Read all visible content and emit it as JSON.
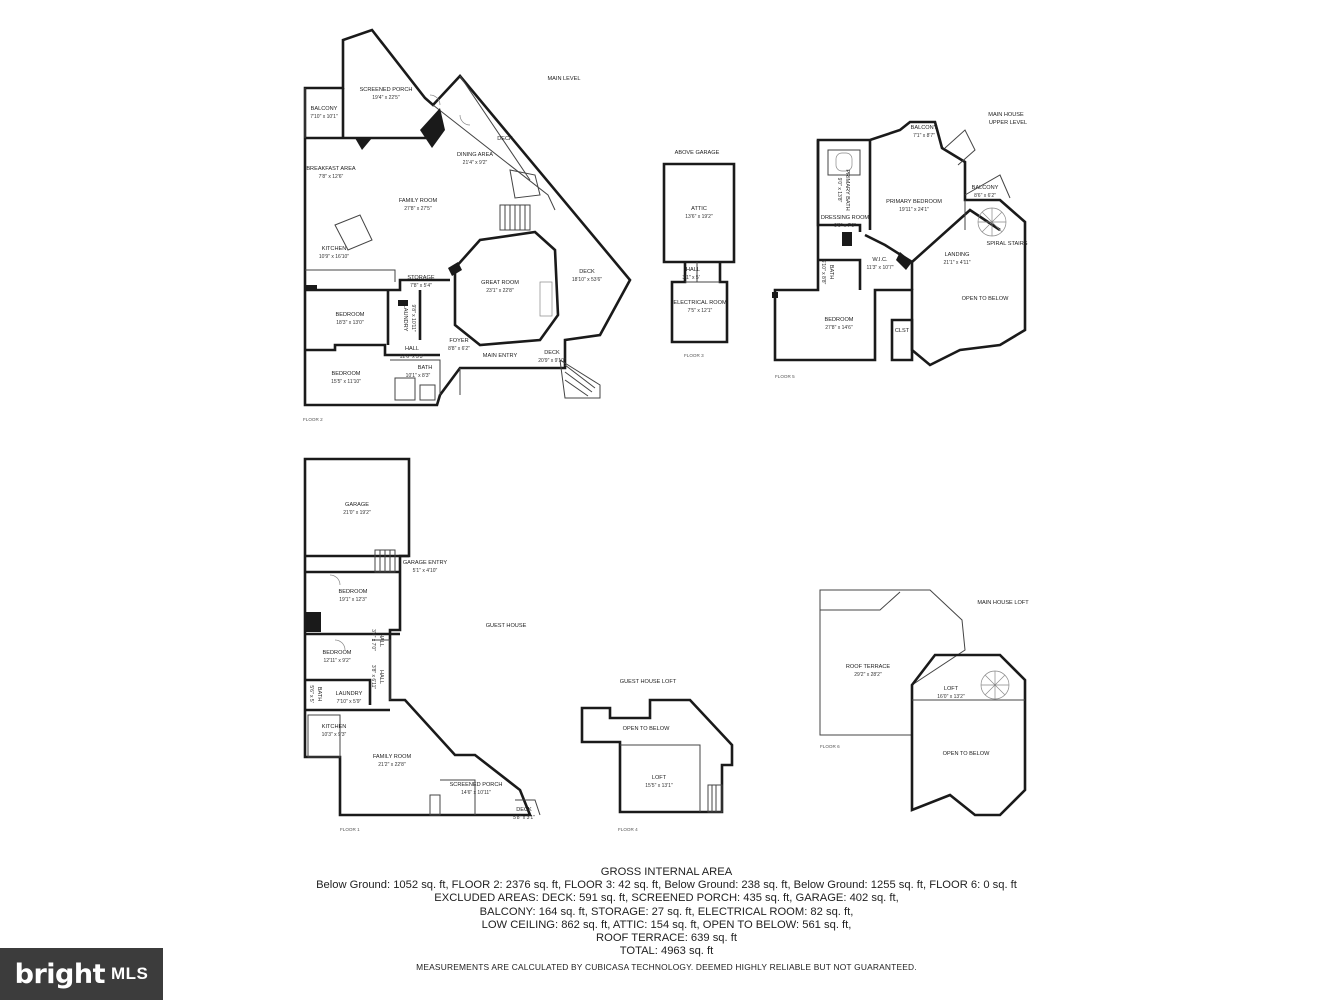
{
  "sections": {
    "main_level": "MAIN LEVEL",
    "above_garage": "ABOVE GARAGE",
    "main_house_upper_1": "MAIN HOUSE",
    "main_house_upper_2": "UPPER LEVEL",
    "guest_house": "GUEST HOUSE",
    "guest_house_loft": "GUEST HOUSE LOFT",
    "main_house_loft": "MAIN HOUSE LOFT"
  },
  "floors": {
    "floor2": "FLOOR 2",
    "floor3": "FLOOR 3",
    "floor5": "FLOOR 5",
    "floor1": "FLOOR 1",
    "floor4": "FLOOR 4",
    "floor6": "FLOOR 6"
  },
  "main_level_rooms": {
    "screened_porch": {
      "name": "SCREENED PORCH",
      "dim": "19'4\" x 22'5\""
    },
    "balcony": {
      "name": "BALCONY",
      "dim": "7'10\" x 10'1\""
    },
    "deck_north": {
      "name": "DECK"
    },
    "dining_area": {
      "name": "DINING AREA",
      "dim": "21'4\" x 9'2\""
    },
    "breakfast_area": {
      "name": "BREAKFAST AREA",
      "dim": "7'8\" x 12'6\""
    },
    "family_room": {
      "name": "FAMILY ROOM",
      "dim": "27'8\" x 27'5\""
    },
    "kitchen": {
      "name": "KITCHEN",
      "dim": "10'9\" x 16'10\""
    },
    "storage": {
      "name": "STORAGE",
      "dim": "7'8\" x 5'4\""
    },
    "great_room": {
      "name": "GREAT ROOM",
      "dim": "23'1\" x 22'8\""
    },
    "deck_east": {
      "name": "DECK",
      "dim": "18'10\" x 53'6\""
    },
    "bedroom_1": {
      "name": "BEDROOM",
      "dim": "18'3\" x 13'0\""
    },
    "laundry": {
      "name": "LAUNDRY",
      "dim": "9'8\" x 10'11\""
    },
    "hall": {
      "name": "HALL",
      "dim": "12'6\" x 3'3\""
    },
    "foyer": {
      "name": "FOYER",
      "dim": "8'8\" x 6'2\""
    },
    "main_entry": {
      "name": "MAIN ENTRY"
    },
    "deck_south": {
      "name": "DECK",
      "dim": "20'9\" x 9'10\""
    },
    "bedroom_2": {
      "name": "BEDROOM",
      "dim": "15'5\" x 11'10\""
    },
    "bath": {
      "name": "BATH",
      "dim": "10'1\" x 8'3\""
    }
  },
  "above_garage_rooms": {
    "attic": {
      "name": "ATTIC",
      "dim": "13'6\" x 19'2\""
    },
    "hall": {
      "name": "HALL",
      "dim": "3'1\" x 5'"
    },
    "electrical_room": {
      "name": "ELECTRICAL ROOM",
      "dim": "7'5\" x 12'1\""
    }
  },
  "upper_level_rooms": {
    "balcony_1": {
      "name": "BALCONY",
      "dim": "7'1\" x 8'7\""
    },
    "primary_bath": {
      "name": "PRIMARY BATH",
      "dim": "9'0\" x 13'8\""
    },
    "primary_bedroom": {
      "name": "PRIMARY BEDROOM",
      "dim": "19'11\" x 24'1\""
    },
    "balcony_2": {
      "name": "BALCONY",
      "dim": "8'6\" x 6'2\""
    },
    "dressing_room": {
      "name": "DRESSING ROOM",
      "dim": "9'6\" x 7'0\""
    },
    "spiral_stairs": {
      "name": "SPIRAL STAIRS"
    },
    "bath": {
      "name": "BATH",
      "dim": "6'10\" x 8'8\""
    },
    "wic": {
      "name": "W.I.C.",
      "dim": "11'3\" x 10'7\""
    },
    "landing": {
      "name": "LANDING",
      "dim": "21'1\" x 4'11\""
    },
    "open_to_below": {
      "name": "OPEN TO BELOW"
    },
    "bedroom": {
      "name": "BEDROOM",
      "dim": "27'8\" x 14'6\""
    },
    "clst": {
      "name": "CLST"
    }
  },
  "guest_house_rooms": {
    "garage": {
      "name": "GARAGE",
      "dim": "21'0\" x 19'2\""
    },
    "garage_entry": {
      "name": "GARAGE ENTRY",
      "dim": "5'1\" x 4'10\""
    },
    "bedroom_1": {
      "name": "BEDROOM",
      "dim": "19'1\" x 12'3\""
    },
    "bedroom_2": {
      "name": "BEDROOM",
      "dim": "12'11\" x 9'2\""
    },
    "hall_1": {
      "name": "HALL",
      "dim": "3'4\" x 7'0\""
    },
    "hall_2": {
      "name": "HALL",
      "dim": "3'8\" x 6'11\""
    },
    "bath": {
      "name": "BATH",
      "dim": "5'6\" x 5'"
    },
    "laundry": {
      "name": "LAUNDRY",
      "dim": "7'10\" x 5'9\""
    },
    "kitchen": {
      "name": "KITCHEN",
      "dim": "10'3\" x 9'3\""
    },
    "family_room": {
      "name": "FAMILY ROOM",
      "dim": "21'2\" x 22'8\""
    },
    "screened_porch": {
      "name": "SCREENED PORCH",
      "dim": "14'6\" x 10'11\""
    },
    "deck": {
      "name": "DECK",
      "dim": "5'8\" x 3'1\""
    }
  },
  "guest_loft_rooms": {
    "open_to_below": {
      "name": "OPEN TO BELOW"
    },
    "loft": {
      "name": "LOFT",
      "dim": "15'5\" x 13'1\""
    }
  },
  "main_loft_rooms": {
    "roof_terrace": {
      "name": "ROOF TERRACE",
      "dim": "29'2\" x 28'2\""
    },
    "loft": {
      "name": "LOFT",
      "dim": "16'0\" x 13'2\""
    },
    "open_to_below": {
      "name": "OPEN TO BELOW"
    }
  },
  "summary": {
    "title": "GROSS INTERNAL AREA",
    "line1": "Below Ground: 1052 sq. ft, FLOOR 2: 2376 sq. ft, FLOOR 3: 42 sq. ft, Below Ground: 238 sq. ft, Below Ground: 1255 sq. ft, FLOOR 6: 0 sq. ft",
    "line2": "EXCLUDED AREAS: DECK: 591 sq. ft, SCREENED PORCH: 435 sq. ft, GARAGE: 402 sq. ft,",
    "line3": "BALCONY: 164 sq. ft, STORAGE: 27 sq. ft, ELECTRICAL ROOM: 82 sq. ft,",
    "line4": "LOW CEILING: 862 sq. ft, ATTIC: 154 sq. ft, OPEN TO BELOW: 561 sq. ft,",
    "line5": "ROOF TERRACE: 639 sq. ft",
    "line6": "TOTAL: 4963 sq. ft",
    "note": "MEASUREMENTS ARE CALCULATED BY CUBICASA TECHNOLOGY. DEEMED HIGHLY RELIABLE BUT NOT GUARANTEED."
  },
  "logo": {
    "brand": "bright",
    "suffix": "MLS"
  }
}
